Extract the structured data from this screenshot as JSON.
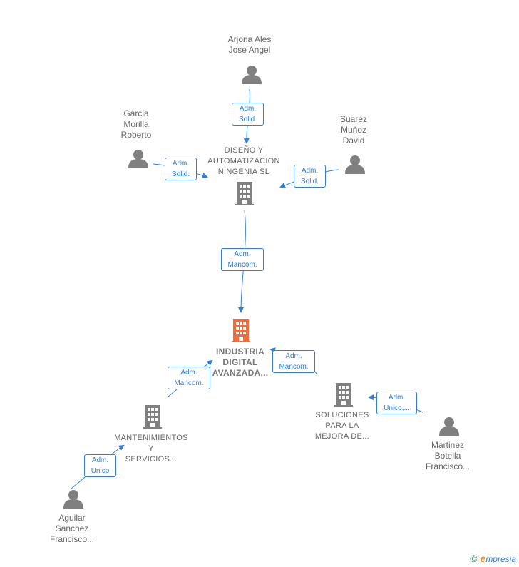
{
  "people": {
    "arjona": [
      "Arjona Ales",
      "Jose Angel"
    ],
    "garcia": [
      "Garcia",
      "Morilla",
      "Roberto"
    ],
    "suarez": [
      "Suarez",
      "Muñoz",
      "David"
    ],
    "martinez": [
      "Martinez",
      "Botella",
      "Francisco..."
    ],
    "aguilar": [
      "Aguilar",
      "Sanchez",
      "Francisco..."
    ]
  },
  "companies": {
    "diseno": [
      "DISEÑO Y",
      "AUTOMATIZACION",
      "NINGENIA  SL"
    ],
    "industria": [
      "INDUSTRIA",
      "DIGITAL",
      "AVANZADA..."
    ],
    "soluciones": [
      "SOLUCIONES",
      "PARA LA",
      "MEJORA DE..."
    ],
    "mantenimientos": [
      "MANTENIMIENTOS",
      "Y",
      "SERVICIOS..."
    ]
  },
  "relations": {
    "arjona_diseno": [
      "Adm.",
      "Solid."
    ],
    "garcia_diseno": [
      "Adm.",
      "Solid."
    ],
    "suarez_diseno": [
      "Adm.",
      "Solid."
    ],
    "diseno_industria": [
      "Adm.",
      "Mancom."
    ],
    "soluciones_industria": [
      "Adm.",
      "Mancom."
    ],
    "mantenimientos_industria": [
      "Adm.",
      "Mancom."
    ],
    "martinez_soluciones": [
      "Adm.",
      "Unico,..."
    ],
    "aguilar_mantenimientos": [
      "Adm.",
      "Unico"
    ]
  },
  "footer": {
    "copyright": "©",
    "brand_initial": "e",
    "brand_rest": "mpresia"
  },
  "colors": {
    "line": "#2f7fd8",
    "node": "#808080",
    "main_node": "#f26b3a"
  }
}
